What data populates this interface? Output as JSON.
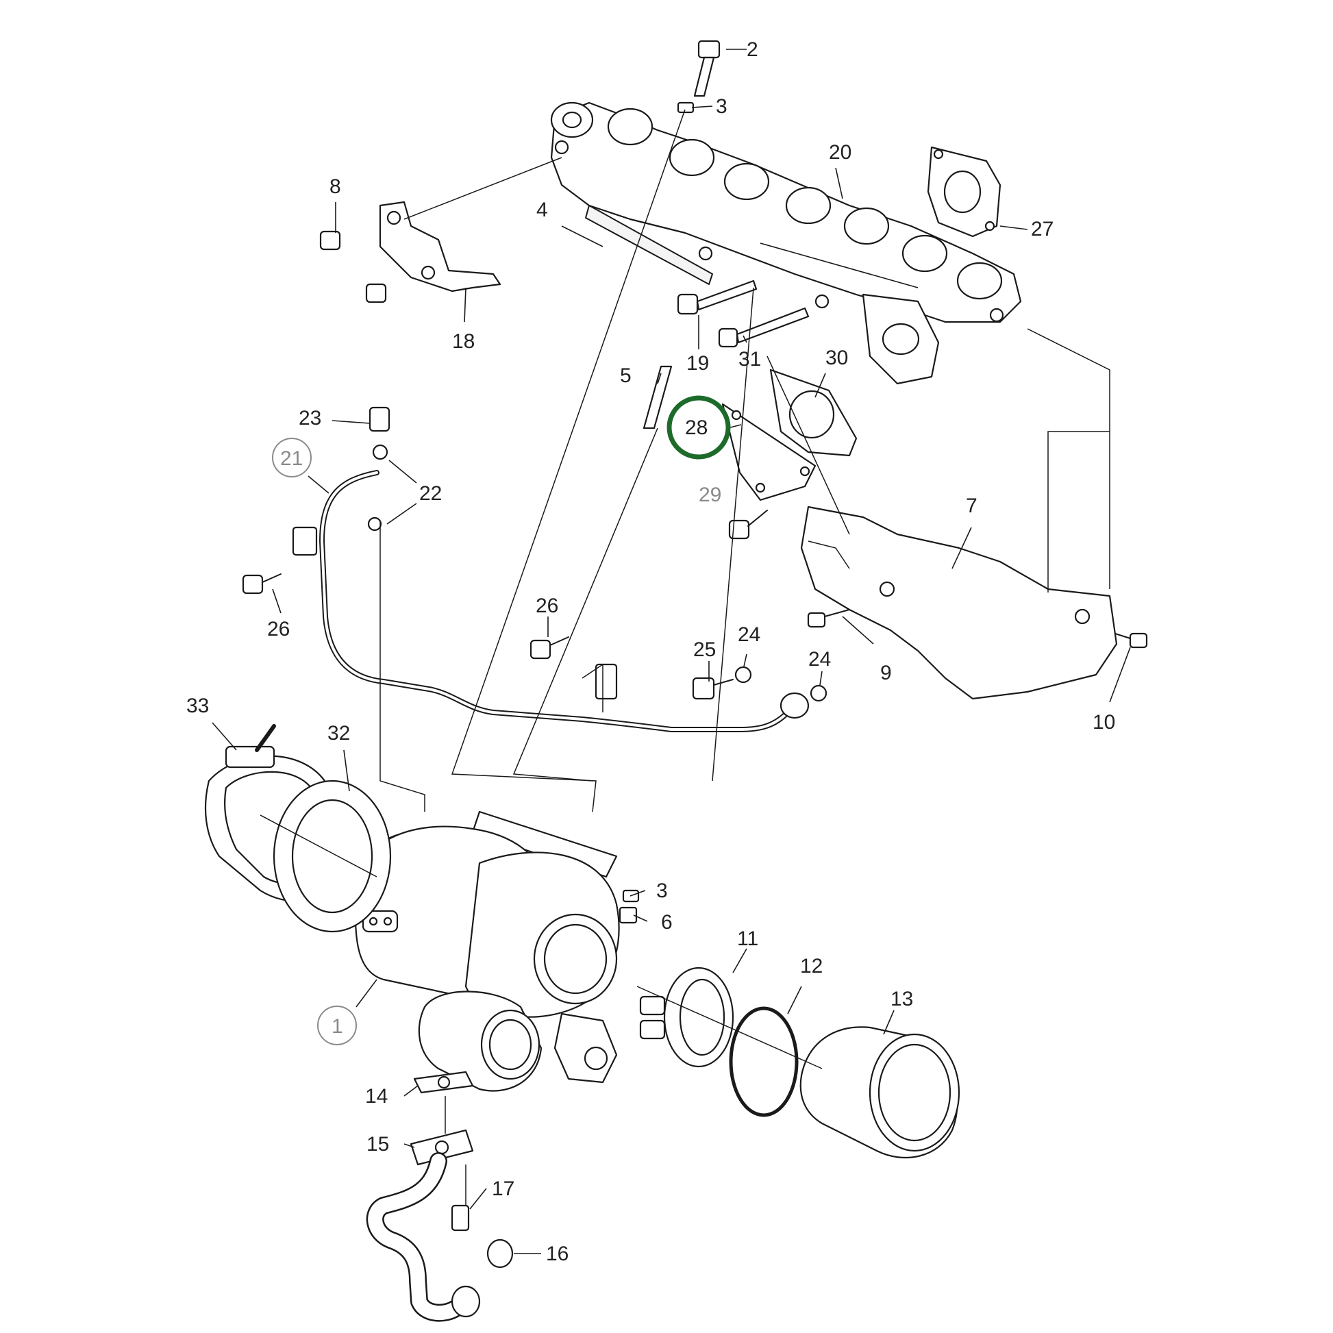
{
  "diagram": {
    "callouts": {
      "c1": "1",
      "c2": "2",
      "c3a": "3",
      "c3b": "3",
      "c4": "4",
      "c5": "5",
      "c6": "6",
      "c7": "7",
      "c8": "8",
      "c9": "9",
      "c10": "10",
      "c11": "11",
      "c12": "12",
      "c13": "13",
      "c14": "14",
      "c15": "15",
      "c16": "16",
      "c17": "17",
      "c18": "18",
      "c19": "19",
      "c20": "20",
      "c21": "21",
      "c22": "22",
      "c23": "23",
      "c24a": "24",
      "c24b": "24",
      "c25": "25",
      "c26a": "26",
      "c26b": "26",
      "c27": "27",
      "c28": "28",
      "c29": "29",
      "c30": "30",
      "c31": "31",
      "c32": "32",
      "c33": "33"
    },
    "highlighted_part": "28",
    "colors": {
      "line": "#1a1a1a",
      "muted": "#8a8a8a",
      "highlight": "#1d6b2a",
      "background": "#ffffff"
    }
  }
}
